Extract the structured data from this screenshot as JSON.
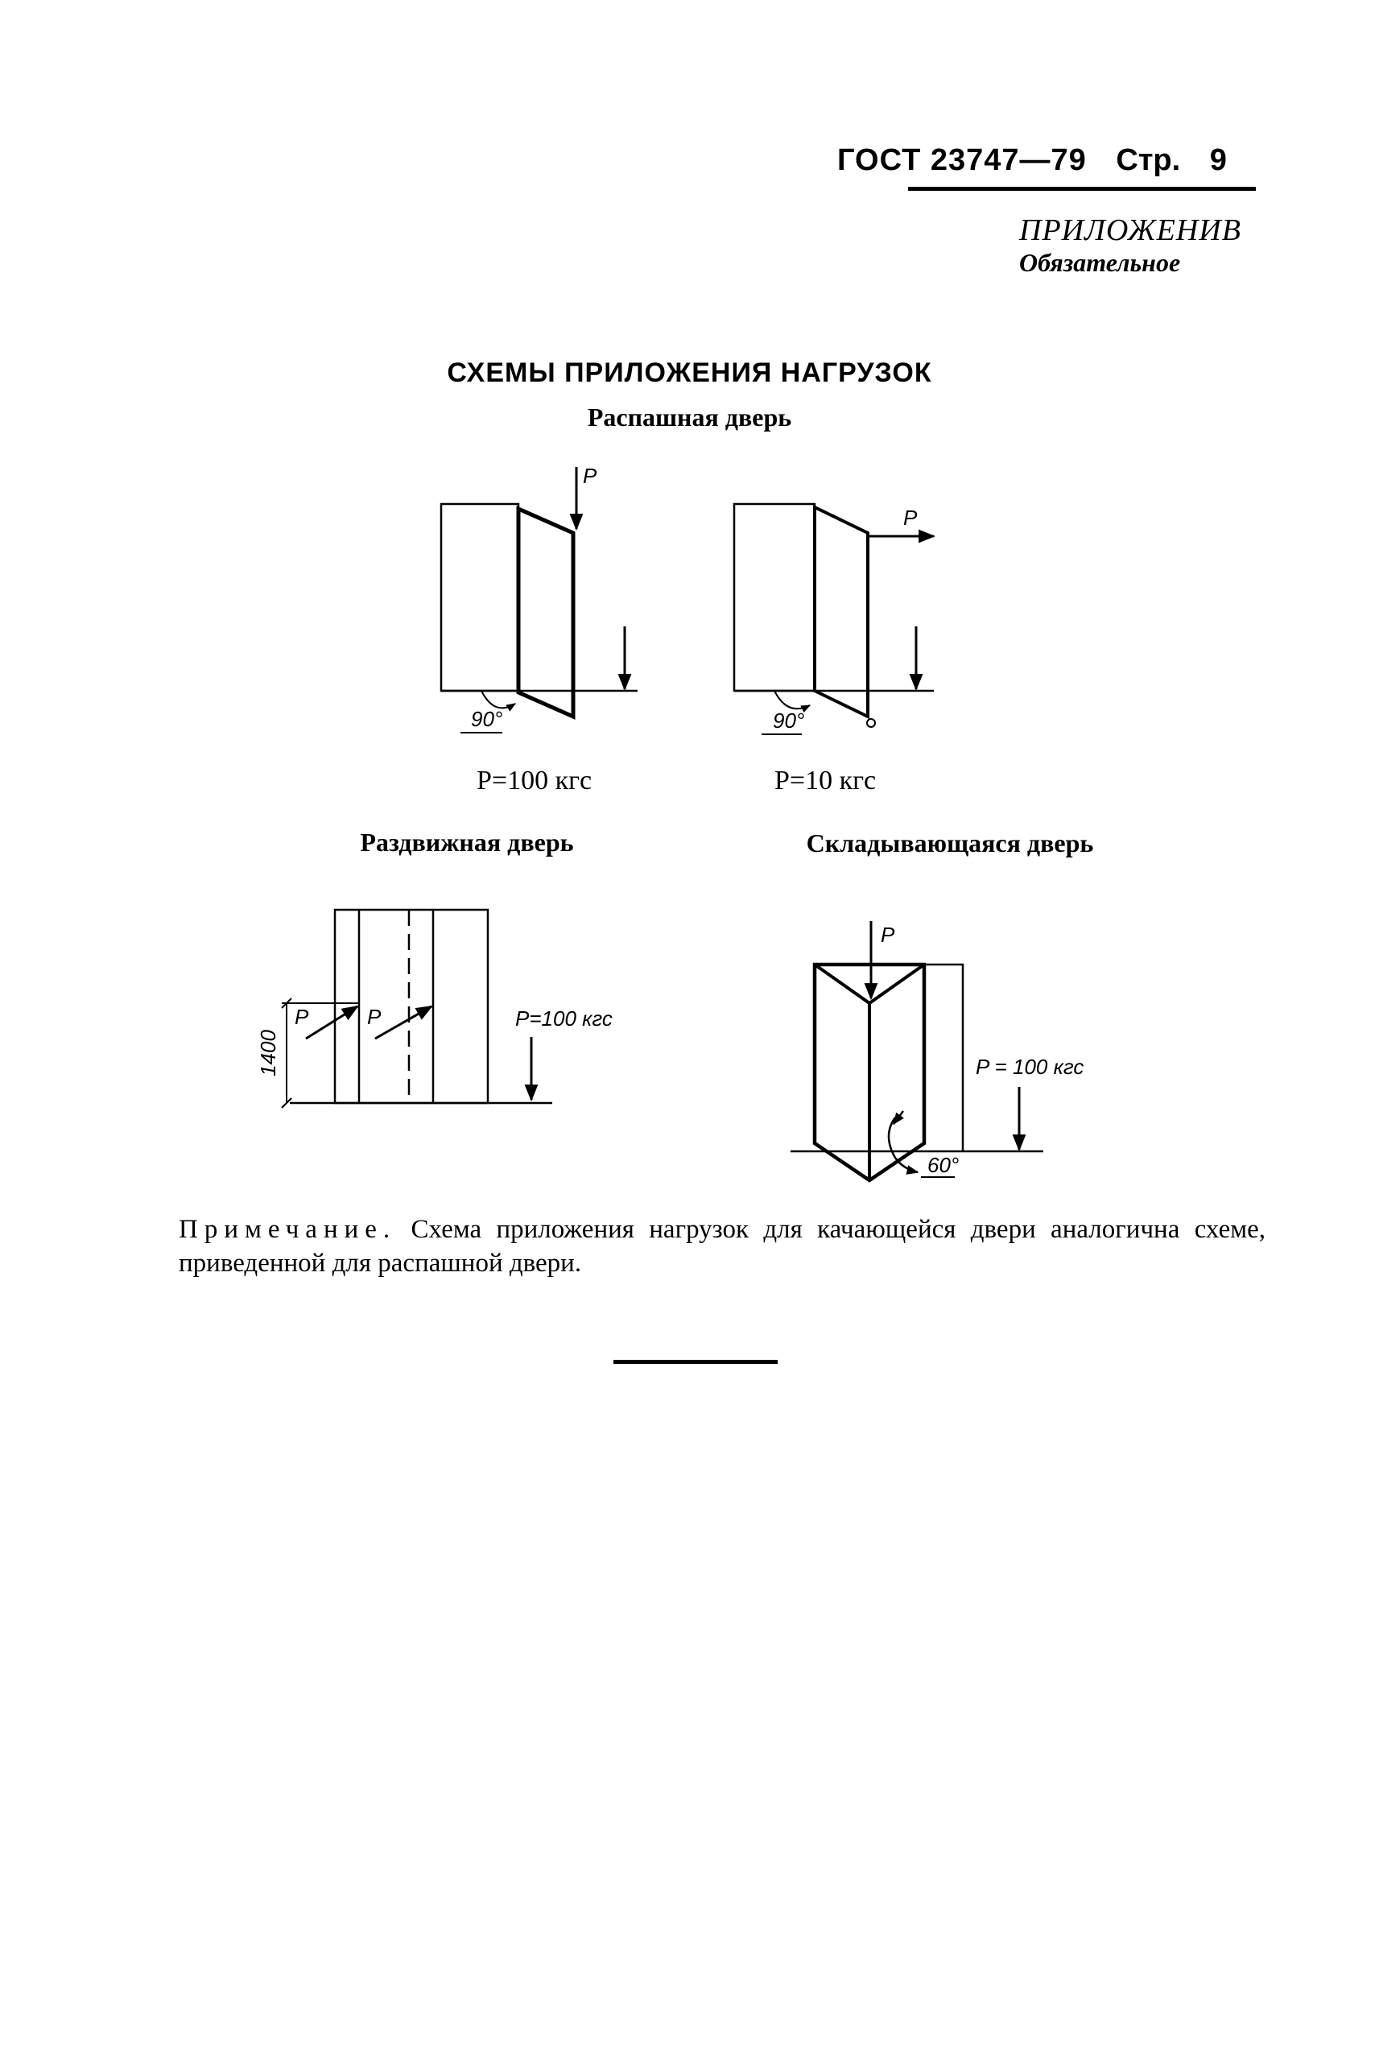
{
  "header": {
    "standard": "ГОСТ 23747—79",
    "page_label": "Стр.",
    "page_number": "9"
  },
  "appendix": {
    "title": "ПРИЛОЖЕНИВ",
    "status": "Обязательное"
  },
  "main_title": "СХЕМЫ ПРИЛОЖЕНИЯ НАГРУЗОК",
  "swing_door": {
    "title": "Распашная дверь",
    "left": {
      "force_label": "P",
      "angle_label": "90°",
      "load_text": "P=100 кгс"
    },
    "right": {
      "force_label": "P",
      "angle_label": "90°",
      "load_text": "P=10 кгс"
    }
  },
  "sliding_door": {
    "title": "Раздвижная дверь",
    "force_label_1": "P",
    "force_label_2": "P",
    "height_label": "1400",
    "load_text": "P=100 кгс"
  },
  "folding_door": {
    "title": "Складывающаяся дверь",
    "force_label": "P",
    "load_text": "P = 100 кгс",
    "angle_label": "60°"
  },
  "note": {
    "lead": "Примечание.",
    "text": "Схема приложения нагрузок для качающейся двери аналогична схеме, приведенной для распашной двери."
  }
}
